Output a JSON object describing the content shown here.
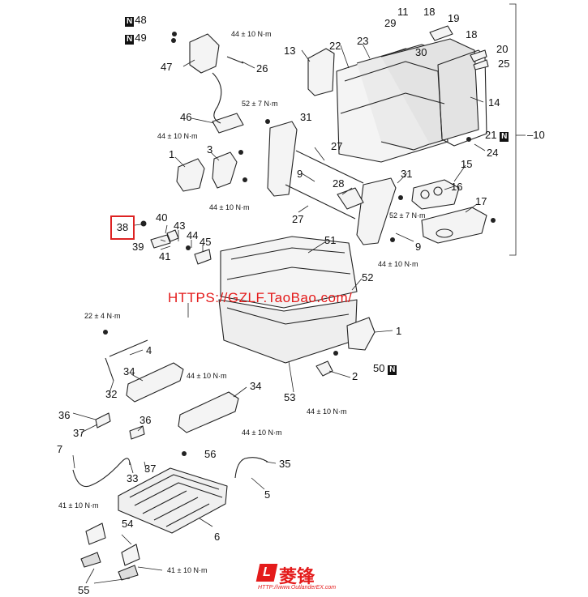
{
  "diagram": {
    "watermark": "HTTPS://GZLF.TaoBao.com/",
    "highlighted_part": "38",
    "group_label": "10",
    "n_marker": "N",
    "logo": {
      "mark": "L",
      "text": "菱锋",
      "url": "HTTP://www.OutlanderEX.com"
    },
    "part_numbers": {
      "p1a": "1",
      "p1b": "1",
      "p2": "2",
      "p3": "3",
      "p4": "4",
      "p5": "5",
      "p6": "6",
      "p7": "7",
      "p9a": "9",
      "p9b": "9",
      "p11": "11",
      "p13": "13",
      "p14": "14",
      "p15": "15",
      "p16": "16",
      "p17": "17",
      "p18a": "18",
      "p18b": "18",
      "p19": "19",
      "p20": "20",
      "p22": "22",
      "p23": "23",
      "p24": "24",
      "p25": "25",
      "p26": "26",
      "p27a": "27",
      "p27b": "27",
      "p28": "28",
      "p29": "29",
      "p30": "30",
      "p31a": "31",
      "p31b": "31",
      "p32": "32",
      "p33": "33",
      "p34a": "34",
      "p34b": "34",
      "p35": "35",
      "p36a": "36",
      "p36b": "36",
      "p37a": "37",
      "p37b": "37",
      "p39": "39",
      "p40": "40",
      "p41": "41",
      "p43": "43",
      "p44": "44",
      "p45": "45",
      "p46": "46",
      "p47": "47",
      "p51": "51",
      "p52": "52",
      "p53": "53",
      "p54": "54",
      "p55": "55",
      "p56": "56"
    },
    "n_parts": {
      "p48": "48",
      "p49": "49",
      "p21": "21",
      "p50": "50"
    },
    "torques": {
      "t_top": "44 ± 10 N·m",
      "t_52a": "52 ± 7 N·m",
      "t_44b": "44 ± 10 N·m",
      "t_44c": "44 ± 10 N·m",
      "t_52b": "52 ± 7 N·m",
      "t_44d": "44 ± 10 N·m",
      "t_22": "22 ± 4 N·m",
      "t_44e": "44 ± 10 N·m",
      "t_44f": "44 ± 10 N·m",
      "t_44g": "44 ± 10 N·m",
      "t_41a": "41 ± 10 N·m",
      "t_41b": "41 ± 10 N·m"
    }
  }
}
